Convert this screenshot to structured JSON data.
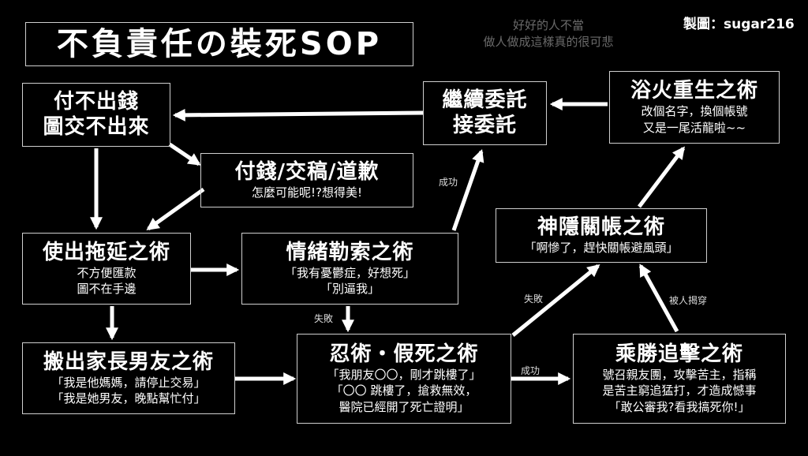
{
  "title": "不負責任の裝死SOP",
  "watermark": [
    "好好的人不當",
    "做人做成這樣真的很可悲"
  ],
  "credit": "製圖：sugar216",
  "boxes": {
    "pay": {
      "title": [
        "付不出錢",
        "圖交不出來"
      ],
      "sub": []
    },
    "apology": {
      "title": [
        "付錢/交稿/道歉"
      ],
      "sub": [
        "怎麼可能呢!?想得美!"
      ]
    },
    "delay": {
      "title": [
        "使出拖延之術"
      ],
      "sub": [
        "不方便匯款",
        "圖不在手邊"
      ]
    },
    "extort": {
      "title": [
        "情緒勒索之術"
      ],
      "sub": [
        "「我有憂鬱症，好想死」",
        "「別逼我」"
      ]
    },
    "family": {
      "title": [
        "搬出家長男友之術"
      ],
      "sub": [
        "「我是他媽媽，請停止交易」",
        "「我是她男友，晚點幫忙付」"
      ]
    },
    "fakedeath": {
      "title": [
        "忍術・假死之術"
      ],
      "sub": [
        "「我朋友〇〇，剛才跳樓了」",
        "「〇〇 跳樓了，搶救無效，",
        "醫院已經開了死亡證明」"
      ]
    },
    "continue": {
      "title": [
        "繼續委託",
        "接委託"
      ],
      "sub": []
    },
    "rebirth": {
      "title": [
        "浴火重生之術"
      ],
      "sub": [
        "改個名字，換個帳號",
        "又是一尾活龍啦~~"
      ]
    },
    "hide": {
      "title": [
        "神隱關帳之術"
      ],
      "sub": [
        "「啊慘了，趕快關帳避風頭」"
      ]
    },
    "chase": {
      "title": [
        "乘勝追擊之術"
      ],
      "sub": [
        "號召親友團，攻擊苦主，指稱",
        "是苦主窮追猛打，才造成憾事",
        "「敢公審我?看我搞死你!」"
      ]
    }
  },
  "labels": {
    "success1": "成功",
    "fail1": "失敗",
    "fail2": "失敗",
    "success2": "成功",
    "exposed": "被人揭穿"
  }
}
